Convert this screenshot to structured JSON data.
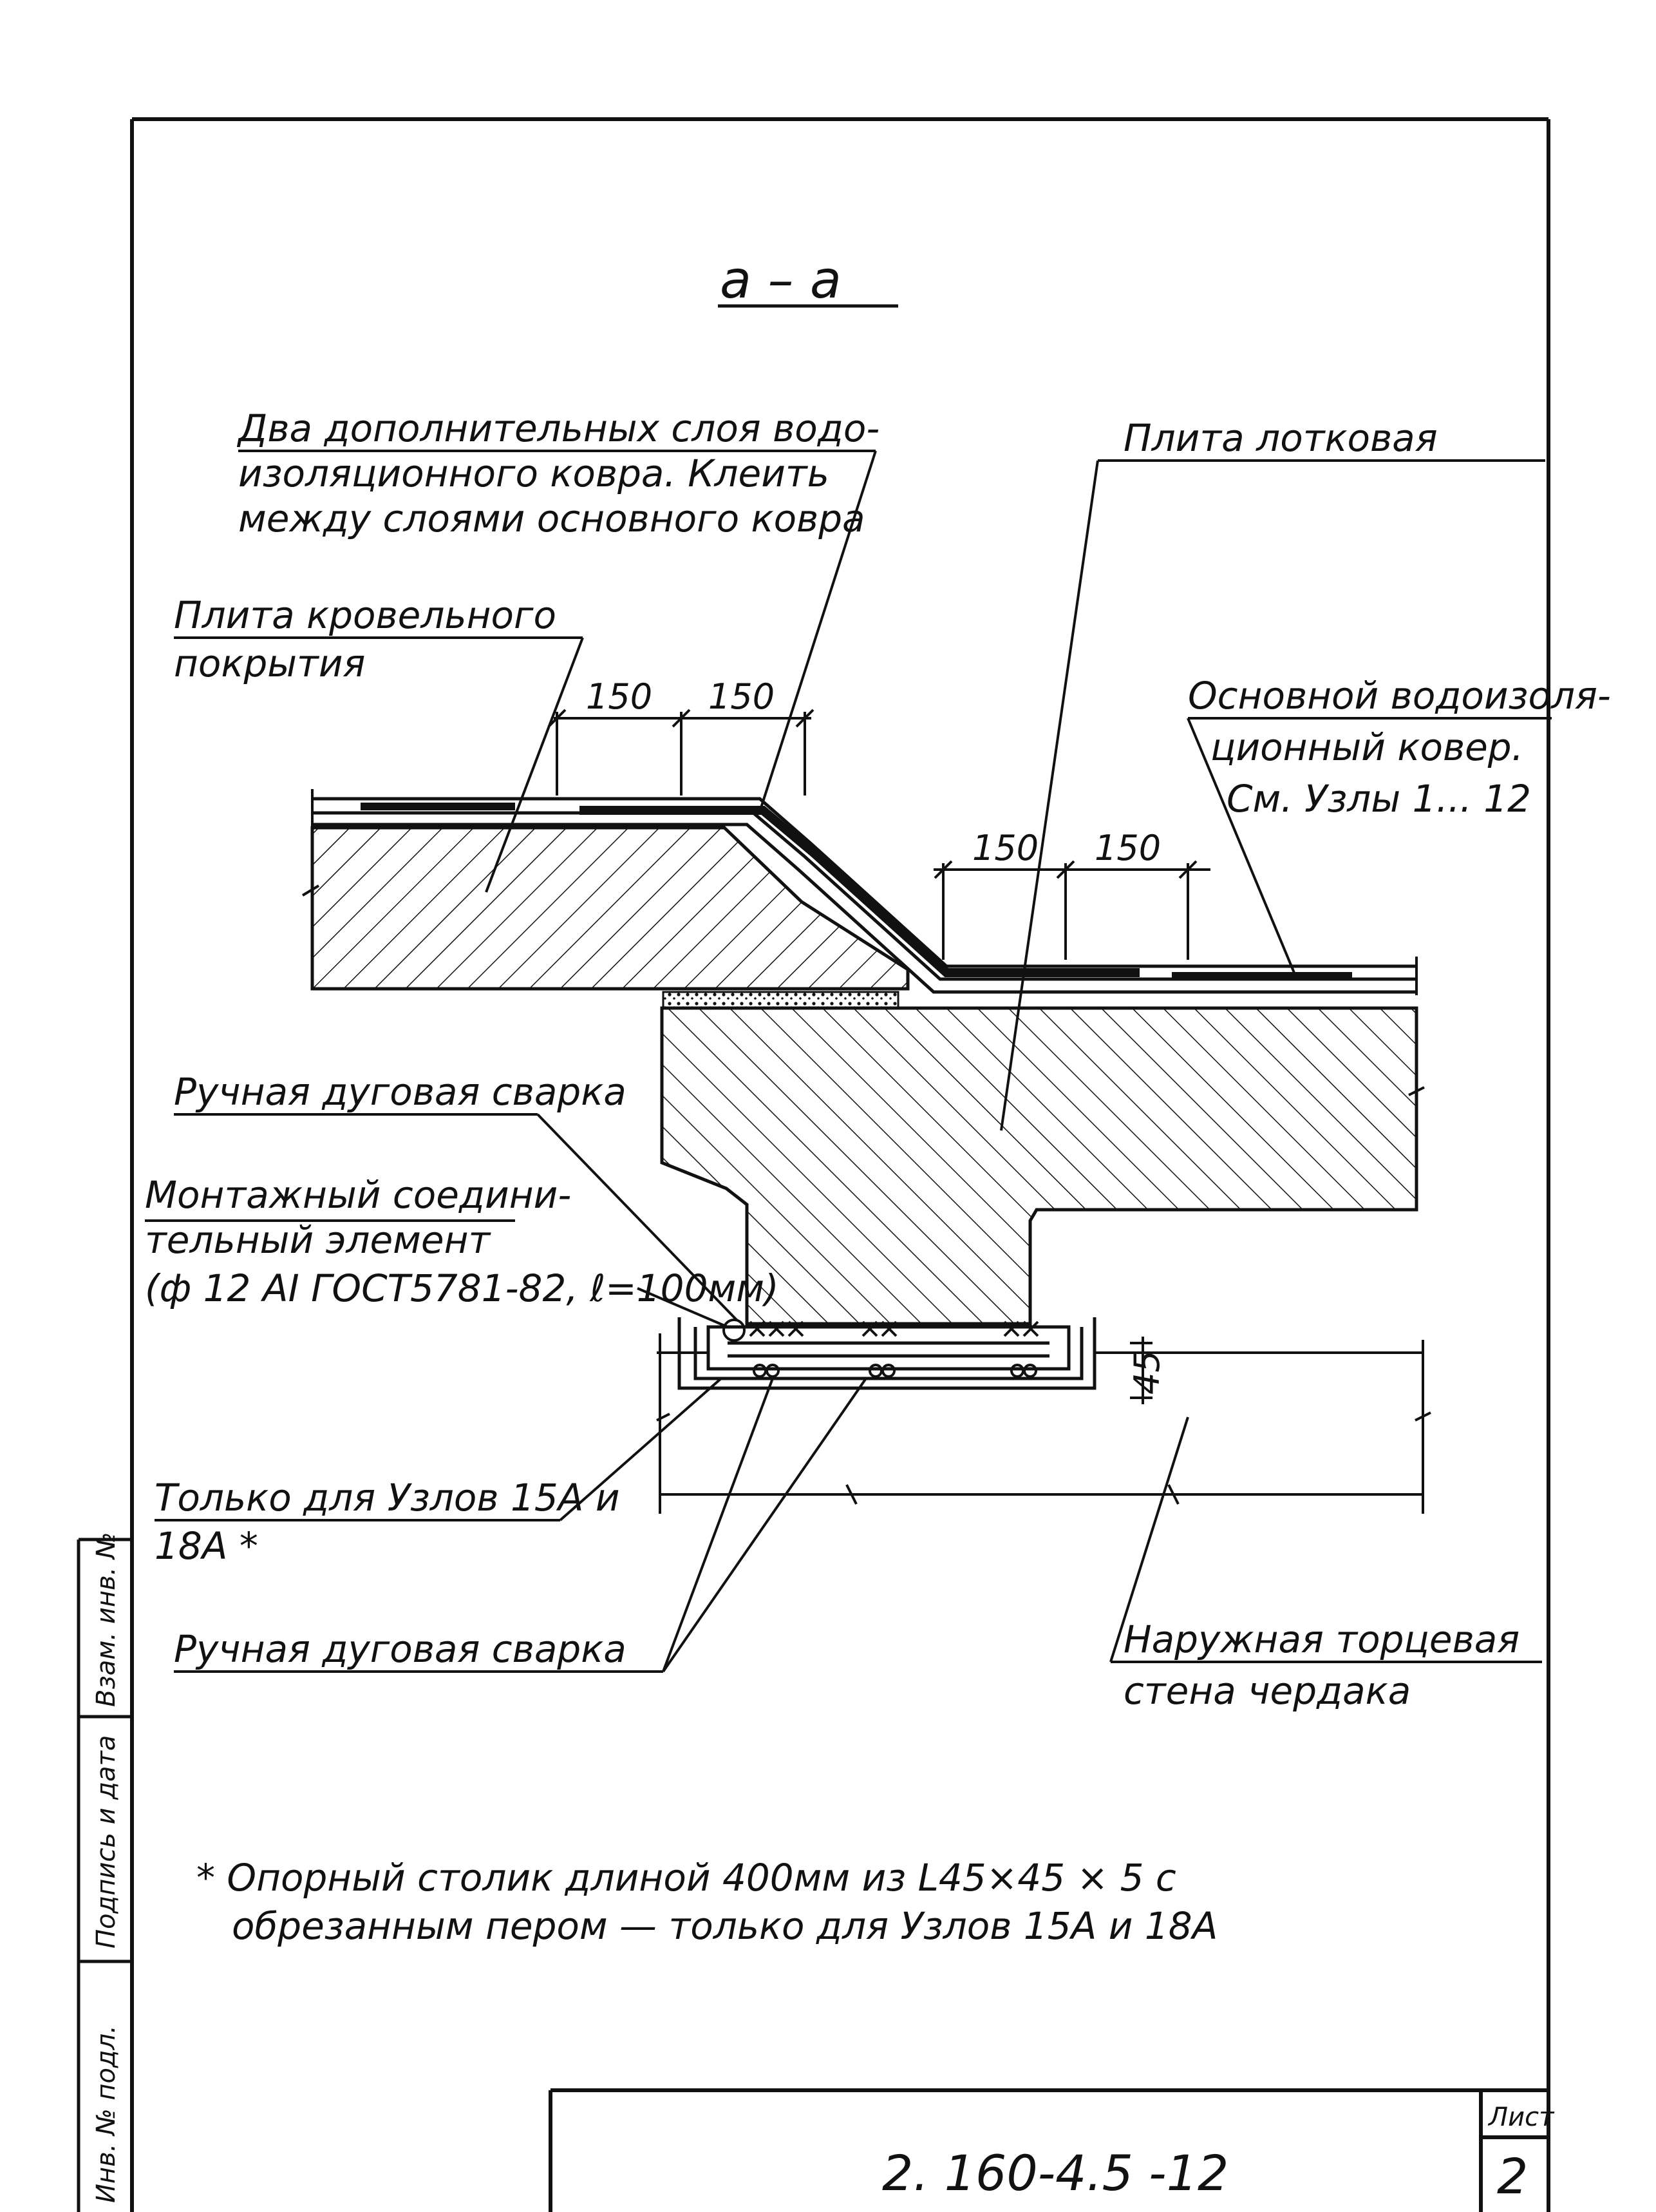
{
  "section_title": "a – a",
  "labels": {
    "two_layers": [
      "Два дополнительных слоя водо-",
      "изоляционного  ковра. Клеить",
      "между слоями основного ковра"
    ],
    "gutter_slab": "Плита лотковая",
    "roof_slab": [
      "Плита кровельного",
      "покрытия"
    ],
    "main_carpet": [
      "Основной водоизоля-",
      "ционный ковер.",
      "См. Узлы 1... 12"
    ],
    "weld_top": "Ручная дуговая сварка",
    "mount_element": [
      "Монтажный соедини-",
      "тельный элемент",
      "(ф 12 АI ГОСТ5781-82, ℓ=100мм)"
    ],
    "only_nodes": [
      "Только для Узлов 15А и",
      "18А *"
    ],
    "weld_bottom": "Ручная дуговая сварка",
    "outer_wall": [
      "Наружная торцевая",
      "стена чердака"
    ]
  },
  "dimensions": {
    "top": [
      "150",
      "150"
    ],
    "mid": [
      "150",
      "150"
    ],
    "height": "45"
  },
  "footnote": [
    "* Опорный  столик  длиной  400мм  из L45×45 × 5  с",
    "обрезанным  пером  —  только для  Узлов 15А и 18А"
  ],
  "title_block": {
    "code": "2. 160-4.5  -12",
    "sheet_label": "Лист",
    "sheet_number": "2"
  },
  "side_stamp": [
    "Инв. № подл.",
    "Подпись и дата",
    "Взам. инв. №"
  ],
  "colors": {
    "ink": "#111111",
    "paper": "#ffffff"
  }
}
